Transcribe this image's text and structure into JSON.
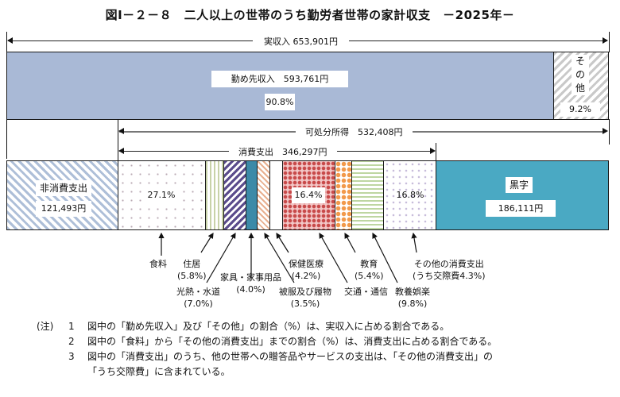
{
  "title": "図Ⅰ－２－８　二人以上の世帯のうち勤労者世帯の家計収支　－2025年－",
  "chart_data": {
    "type": "bar",
    "subtype": "stacked-horizontal-household-budget",
    "title": "図Ⅰ－２－８　二人以上の世帯のうち勤労者世帯の家計収支　－2025年－",
    "unit": "円",
    "totals": {
      "actual_income": {
        "label": "実収入",
        "value": 653901,
        "text": "実収入 653,901円"
      },
      "disposable_income": {
        "label": "可処分所得",
        "value": 532408,
        "text": "可処分所得 532,408円"
      },
      "consumption_expenditure": {
        "label": "消費支出",
        "value": 346297,
        "text": "消費支出 346,297円"
      }
    },
    "income_bar": [
      {
        "name": "勤め先収入",
        "value": 593761,
        "value_text": "593,761円",
        "share": 90.8,
        "share_text": "90.8%"
      },
      {
        "name": "その他",
        "share": 9.2,
        "share_text": "9.2%"
      }
    ],
    "expenditure_bar": [
      {
        "name": "非消費支出",
        "value": 121493,
        "value_text": "121,493円"
      },
      {
        "name": "食料",
        "share": 27.1,
        "share_text": "27.1%"
      },
      {
        "name": "住居",
        "share": 5.8
      },
      {
        "name": "光熱・水道",
        "share": 7.0
      },
      {
        "name": "家具・家事用品",
        "share": 4.0
      },
      {
        "name": "被服及び履物",
        "share": 3.5
      },
      {
        "name": "保健医療",
        "share": 4.2
      },
      {
        "name": "交通・通信",
        "share": 16.4,
        "share_text": "16.4%"
      },
      {
        "name": "教育",
        "share": 5.4
      },
      {
        "name": "教養娯楽",
        "share": 9.8
      },
      {
        "name": "その他の消費支出",
        "share": 16.8,
        "share_text": "16.8%",
        "note": "うち交際費4.3%"
      },
      {
        "name": "黒字",
        "value": 186111,
        "value_text": "186,111円"
      }
    ]
  },
  "labels": {
    "actual_income": "実収入 653,901円",
    "disposable_income": "可処分所得　532,408円",
    "consumption": "消費支出　346,297円",
    "wage_name": "勤め先収入　593,761円",
    "wage_pct": "90.8%",
    "other_income_name": [
      "そ",
      "の",
      "他"
    ],
    "other_income_pct": "9.2%",
    "non_consumption_name": "非消費支出",
    "non_consumption_value": "121,493円",
    "food_pct": "27.1%",
    "transport_pct": "16.4%",
    "other_cons_pct": "16.8%",
    "surplus_name": "黒字",
    "surplus_value": "186,111円"
  },
  "categories": {
    "food": {
      "name": "食料"
    },
    "housing": {
      "name": "住居",
      "pct": "(5.8%)"
    },
    "utilities": {
      "name": "光熱・水道",
      "pct": "(7.0%)"
    },
    "furniture": {
      "name": "家具・家事用品",
      "pct": "(4.0%)"
    },
    "clothing": {
      "name": "被服及び履物",
      "pct": "(3.5%)"
    },
    "medical": {
      "name": "保健医療",
      "pct": "(4.2%)"
    },
    "transport": {
      "name": "交通・通信"
    },
    "education": {
      "name": "教育",
      "pct": "(5.4%)"
    },
    "culture": {
      "name": "教養娯楽",
      "pct": "(9.8%)"
    },
    "other": {
      "name": "その他の消費支出",
      "pct": "(うち交際費4.3%)"
    }
  },
  "notes": {
    "head": "(注)",
    "items": [
      {
        "num": "1",
        "text": "図中の「勤め先収入」及び「その他」の割合（%）は、実収入に占める割合である。"
      },
      {
        "num": "2",
        "text": "図中の「食料」から「その他の消費支出」までの割合（%）は、消費支出に占める割合である。"
      },
      {
        "num": "3",
        "text": "図中の「消費支出」のうち、他の世帯への贈答品やサービスの支出は、「その他の消費支出」の"
      },
      {
        "num": "",
        "text": "「うち交際費」に含まれている。"
      }
    ]
  }
}
